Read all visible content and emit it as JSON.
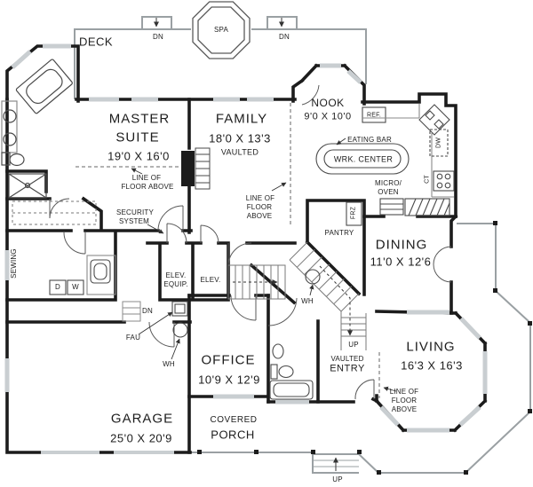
{
  "colors": {
    "wall": "#1c1c1c",
    "window": "#c9ced1",
    "porch_line": "#9aa0a3",
    "fixture_line": "#4a4a4a",
    "background": "#ffffff"
  },
  "labels": {
    "deck": "DECK",
    "spa": "SPA",
    "dn_deck_left": "DN",
    "dn_deck_right": "DN",
    "master_name1": "MASTER",
    "master_name2": "SUITE",
    "master_dims": "19'0 X 16'0",
    "family_name": "FAMILY",
    "family_dims": "18'0 X 13'3",
    "family_note": "VAULTED",
    "nook_name": "NOOK",
    "nook_dims": "9'0 X 10'0",
    "ref": "REF.",
    "eating_bar": "EATING BAR",
    "wrk_center": "WRK. CENTER",
    "micro_line1": "MICRO/",
    "micro_line2": "OVEN",
    "frz": "FRZ",
    "pantry": "PANTRY",
    "dw": "DW",
    "ct": "CT",
    "line_master_1": "LINE OF",
    "line_master_2": "FLOOR ABOVE",
    "security_1": "SECURITY",
    "security_2": "SYSTEM",
    "line_family_1": "LINE OF",
    "line_family_2": "FLOOR",
    "line_family_3": "ABOVE",
    "sewing": "SEWING",
    "dryer": "D",
    "washer": "W",
    "elev_equip_1": "ELEV.",
    "elev_equip_2": "EQUIP.",
    "elev": "ELEV.",
    "dn_hall": "DN",
    "fau": "FAU",
    "wh_garage": "WH",
    "wh_stairs": "WH",
    "dining_name": "DINING",
    "dining_dims": "11'0 X 12'6",
    "up_stairs": "UP",
    "entry_line1": "VAULTED",
    "entry_line2": "ENTRY",
    "office_name": "OFFICE",
    "office_dims": "10'9 X 12'9",
    "living_name": "LIVING",
    "living_dims": "16'3 X 16'3",
    "line_living_1": "LINE OF",
    "line_living_2": "FLOOR",
    "line_living_3": "ABOVE",
    "garage_name": "GARAGE",
    "garage_dims": "25'0 X 20'9",
    "porch_line1": "COVERED",
    "porch_line2": "PORCH",
    "up_porch": "UP"
  }
}
